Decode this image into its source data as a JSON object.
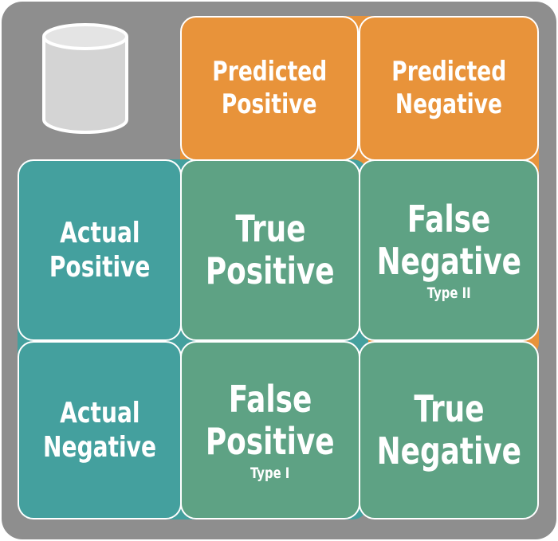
{
  "headers": {
    "pred_pos": [
      "Predicted",
      "Positive"
    ],
    "pred_neg": [
      "Predicted",
      "Negative"
    ]
  },
  "rows": {
    "act_pos": [
      "Actual",
      "Positive"
    ],
    "act_neg": [
      "Actual",
      "Negative"
    ]
  },
  "cells": {
    "tp": {
      "lines": [
        "True",
        "Positive"
      ],
      "sub": ""
    },
    "fn": {
      "lines": [
        "False",
        "Negative"
      ],
      "sub": "Type II"
    },
    "fp": {
      "lines": [
        "False",
        "Positive"
      ],
      "sub": "Type I"
    },
    "tn": {
      "lines": [
        "True",
        "Negative"
      ],
      "sub": ""
    }
  },
  "colors": {
    "frame": "#8e8e8e",
    "header": "#e8933a",
    "row_header": "#44a09e",
    "matrix_cell": "#5ea284",
    "text": "#ffffff"
  },
  "icon": "database-cylinder-icon"
}
